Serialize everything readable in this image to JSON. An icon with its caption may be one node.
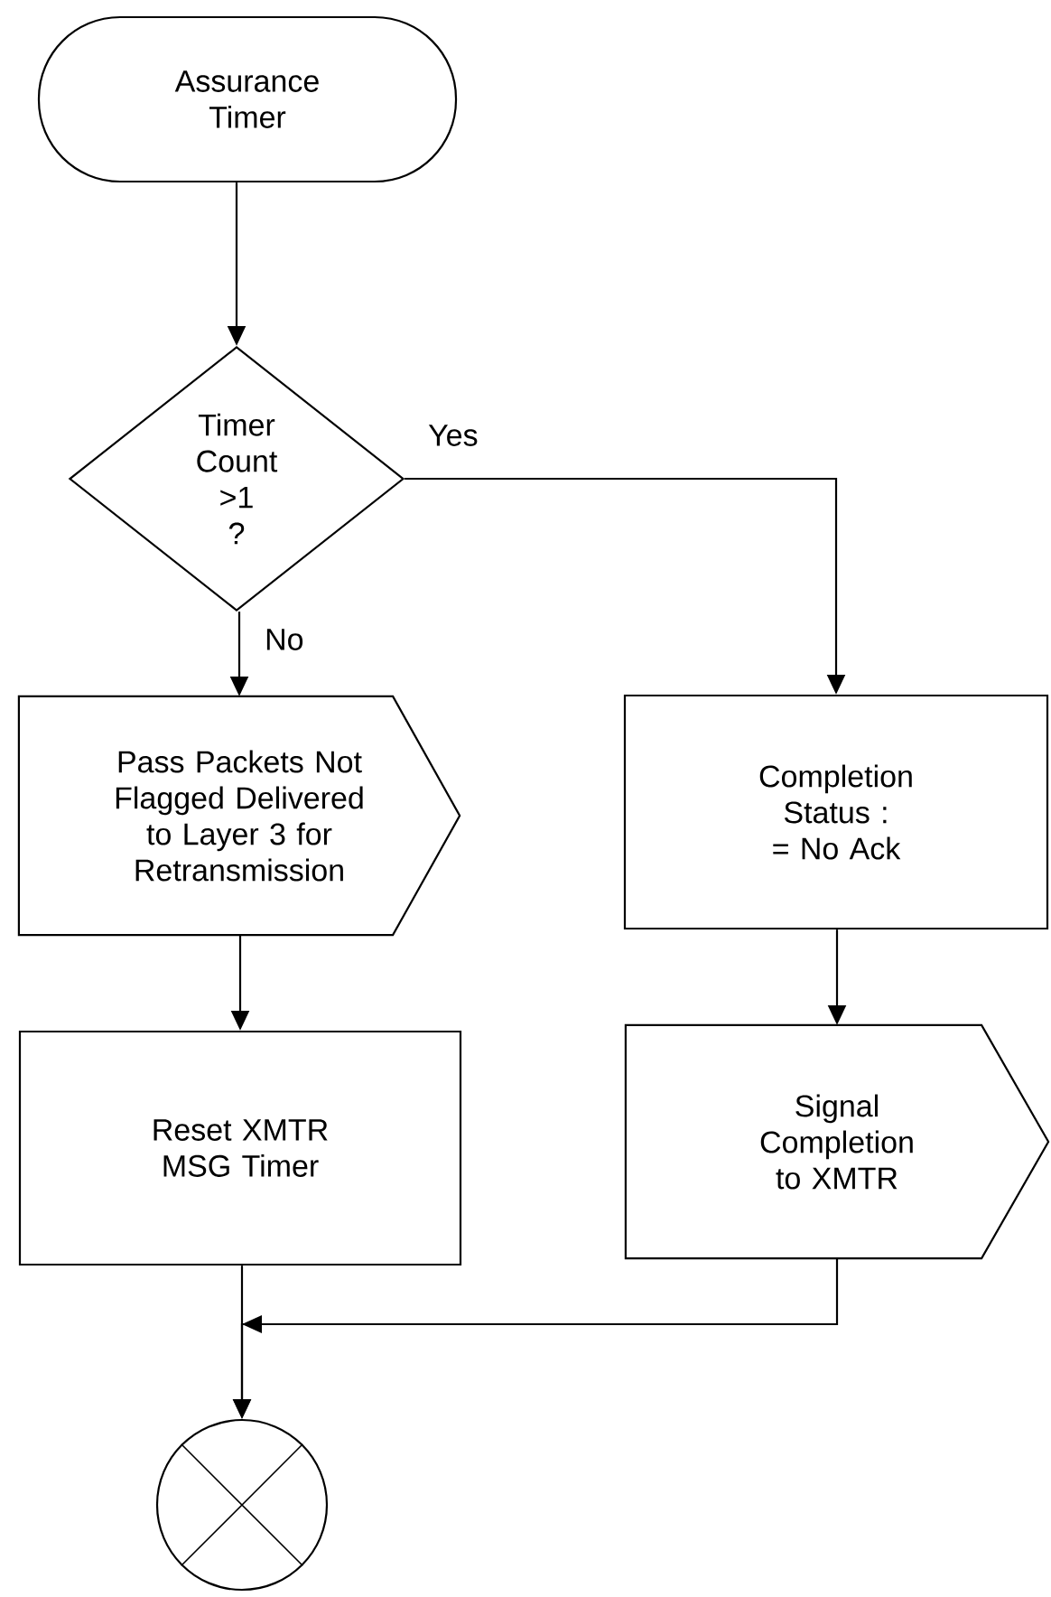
{
  "diagram": {
    "nodes": [
      {
        "text": [
          "Assurance Timer"
        ]
      },
      {
        "text": [
          "Timer Count >1 ?"
        ]
      },
      {
        "text": [
          "Pass Packets Not Flagged Delivered to Layer 3 for Retransmission"
        ]
      },
      {
        "text": [
          "Completion Status : = No Ack"
        ]
      },
      {
        "text": [
          "Reset XMTR MSG Timer"
        ]
      },
      {
        "text": [
          "Signal Completion to XMTR"
        ]
      },
      {
        "text": [],
        "shape": "circle"
      }
    ],
    "edges": [
      {
        "from": 0,
        "to": 1,
        "arrow": "to"
      },
      {
        "from": 1,
        "to": 2,
        "arrow": "to",
        "label": "No"
      },
      {
        "from": 1,
        "to": 3,
        "arrow": "to",
        "label": "Yes"
      },
      {
        "from": 2,
        "to": 4,
        "arrow": "to"
      },
      {
        "from": 3,
        "to": 5,
        "arrow": "to"
      },
      {
        "from": 4,
        "to": 6,
        "arrow": "to"
      },
      {
        "from": 5,
        "to": 6,
        "arrow": "to"
      }
    ]
  }
}
